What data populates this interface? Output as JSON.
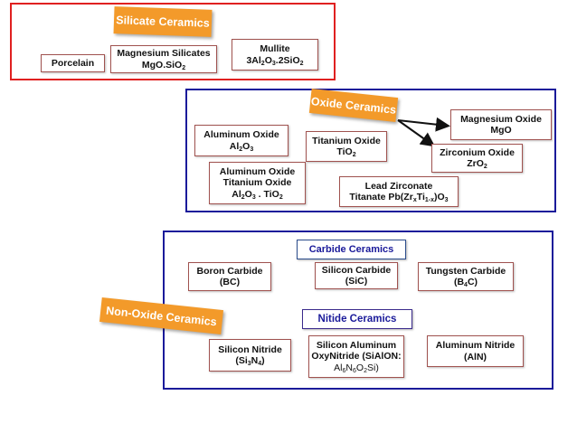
{
  "colors": {
    "silicate_border": "#e02020",
    "oxide_border": "#1a1a9a",
    "nonoxide_border": "#1a1a9a",
    "tag_fill": "#f39a2a",
    "box_border": "#a0524f",
    "carbide_label_border": "#2b4c8c",
    "nitride_label_border": "#3a2a8c",
    "label_text": "#1a1a9a"
  },
  "silicate": {
    "tag": "Silicate Ceramics",
    "items": {
      "porcelain": {
        "name": "Porcelain"
      },
      "magnesium_silicates": {
        "name": "Magnesium Silicates",
        "formula_main": "MgO.SiO",
        "formula_sub": "2"
      },
      "mullite": {
        "name": "Mullite",
        "f1": "3Al",
        "s1": "2",
        "f2": "O",
        "s2": "3",
        "f3": ".2SiO",
        "s3": "2"
      }
    }
  },
  "oxide": {
    "tag": "Oxide Ceramics",
    "items": {
      "aluminum_oxide": {
        "name": "Aluminum Oxide",
        "f1": "Al",
        "s1": "2",
        "f2": "O",
        "s2": "3"
      },
      "titanium_oxide": {
        "name": "Titanium Oxide",
        "f1": "TiO",
        "s1": "2"
      },
      "magnesium_oxide": {
        "name": "Magnesium Oxide",
        "formula": "MgO"
      },
      "zirconium_oxide": {
        "name": "Zirconium Oxide",
        "f1": "ZrO",
        "s1": "2"
      },
      "aluminum_titanium_oxide": {
        "line1": "Aluminum Oxide",
        "line2": "Titanium Oxide",
        "f1": "Al",
        "s1": "2",
        "f2": "O",
        "s2": "3",
        "f3": " . TiO",
        "s3": "2"
      },
      "lead_zirconate_titanate": {
        "line1": "Lead  Zirconate",
        "f0": "Titanate  Pb(Zr",
        "s1": "x",
        "f1": "Ti",
        "s2": "1-x",
        "f2": ")O",
        "s3": "3"
      }
    }
  },
  "nonoxide": {
    "tag": "Non-Oxide Ceramics",
    "carbide_label": "Carbide Ceramics",
    "nitride_label": "Nitide Ceramics",
    "items": {
      "boron_carbide": {
        "name": "Boron Carbide",
        "formula": "(BC)"
      },
      "silicon_carbide": {
        "name": "Silicon Carbide",
        "formula": "(SiC)"
      },
      "tungsten_carbide": {
        "name": "Tungsten Carbide",
        "f1": "(B",
        "s1": "4",
        "f2": "C)"
      },
      "silicon_nitride": {
        "name": "Silicon Nitride",
        "f1": "(Si",
        "s1": "3",
        "f2": "N",
        "s2": "4",
        "f3": ")"
      },
      "silicon_aluminum_oxynitride": {
        "line1": "Silicon Aluminum",
        "line2": "OxyNitride (SiAlON:",
        "f1": "Al",
        "s1": "6",
        "f2": "N",
        "s2": "6",
        "f3": "O",
        "s3": "2",
        "f4": "Si)"
      },
      "aluminum_nitride": {
        "name": "Aluminum Nitride",
        "formula": "(AlN)"
      }
    }
  }
}
